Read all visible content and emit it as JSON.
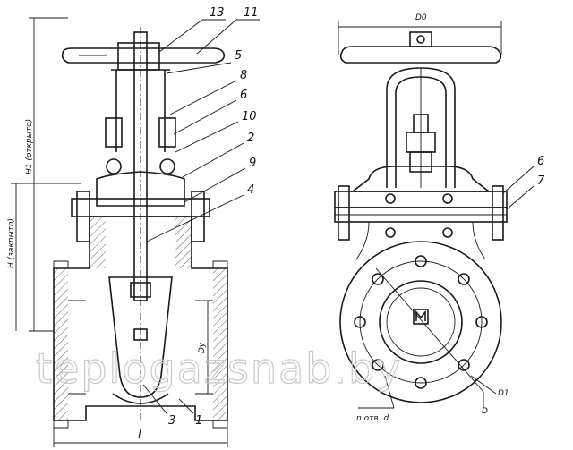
{
  "part_labels": {
    "p13": "13",
    "p11": "11",
    "p5": "5",
    "p8": "8",
    "p6": "6",
    "p10": "10",
    "p2": "2",
    "p9": "9",
    "p4": "4",
    "p3": "3",
    "p1": "1",
    "r6": "6",
    "r7": "7"
  },
  "dimensions": {
    "h1": "H1 (открыто)",
    "h": "H (закрыто)",
    "dy": "Dy",
    "l": "l",
    "d0": "D0",
    "d1": "D1",
    "d": "D",
    "holes": "n отв. d"
  },
  "watermark": "teplogazsnab.by"
}
